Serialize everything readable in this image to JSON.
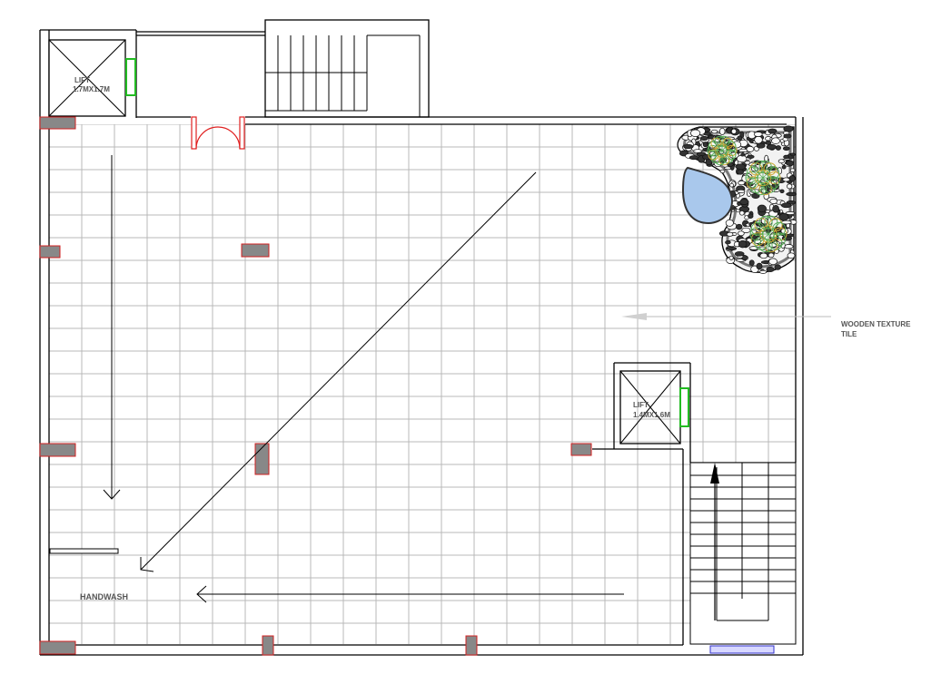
{
  "labels": {
    "lift_top_title": "LIFT",
    "lift_top_size": "1.7MX1.7M",
    "lift_mid_title": "LIFT",
    "lift_mid_size": "1.4MX1.6M",
    "callout_line1": "WOODEN TEXTURE",
    "callout_line2": "TILE",
    "handwash": "HANDWASH"
  },
  "colors": {
    "wall": "#000000",
    "grid": "#b0b0b0",
    "column_fill": "#888888",
    "column_stroke": "#d02020",
    "door": "#e02020",
    "lift_door": "#22bb22",
    "water": "#a9c8ec",
    "plant": "#55aa55",
    "plant_accent": "#ccaa33",
    "threshold": "#3333cc",
    "text": "#555555"
  },
  "icons": {
    "main_door": "double-swing-door-icon",
    "pebble_garden": "pebble-garden-icon",
    "stair_arrow": "arrow-up-icon"
  }
}
